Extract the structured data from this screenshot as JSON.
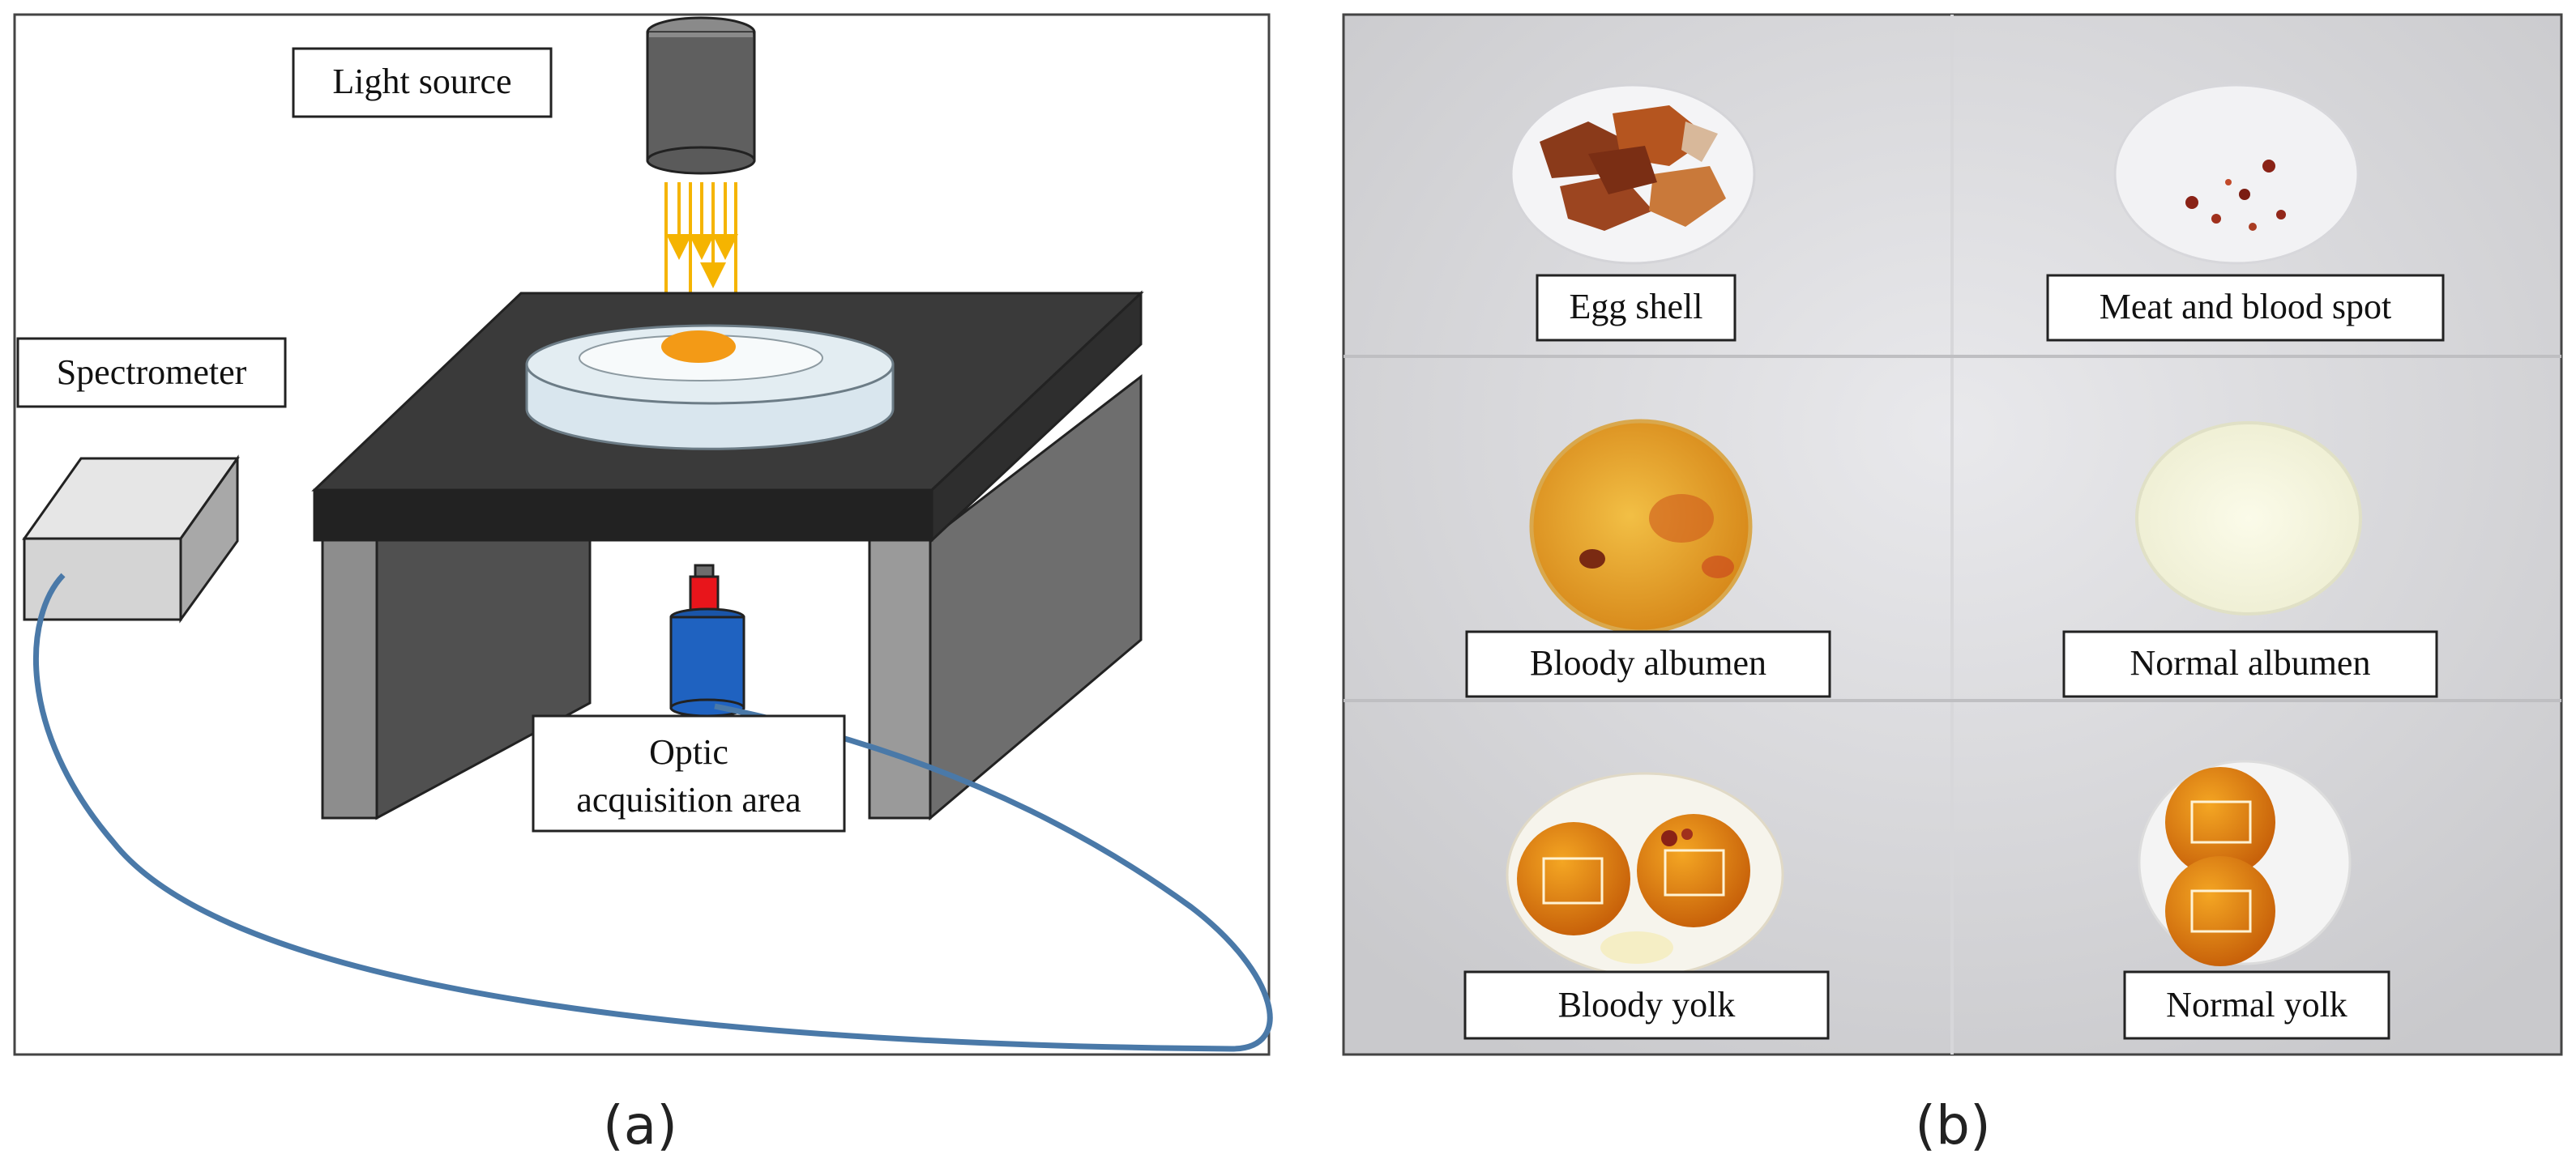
{
  "panel_a": {
    "caption": "(a)",
    "labels": {
      "light_source": "Light source",
      "spectrometer": "Spectrometer",
      "optic_line1": "Optic",
      "optic_line2": "acquisition area"
    },
    "colors": {
      "lamp_body": "#5f5f5f",
      "light_rays": "#f5b400",
      "table_top": "#3a3a3a",
      "table_legs": "#7f7f7f",
      "yolk": "#f39a16",
      "probe_body": "#1f62c0",
      "probe_cap": "#e8151b",
      "fiber": "#4a79a8"
    }
  },
  "panel_b": {
    "caption": "(b)",
    "samples": [
      {
        "label": "Egg shell"
      },
      {
        "label": "Meat and blood spot"
      },
      {
        "label": "Bloody albumen"
      },
      {
        "label": "Normal albumen"
      },
      {
        "label": "Bloody yolk"
      },
      {
        "label": "Normal yolk"
      }
    ]
  }
}
